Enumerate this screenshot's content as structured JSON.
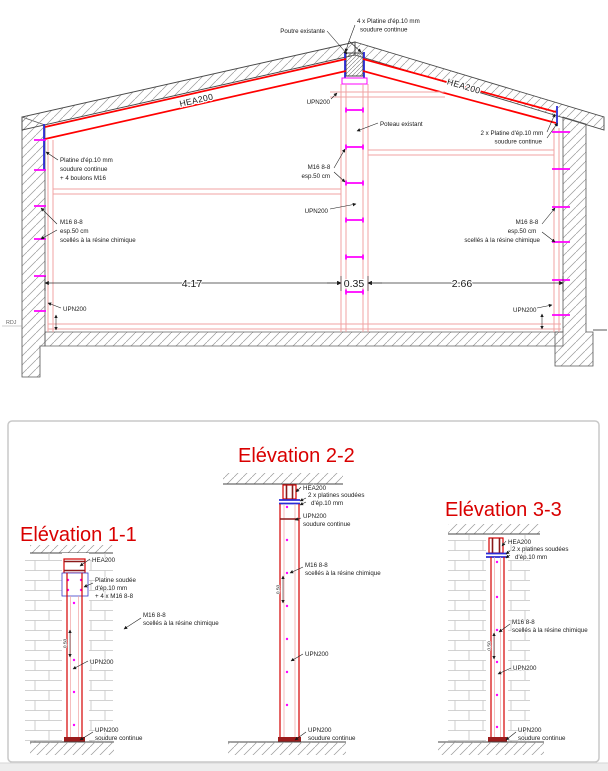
{
  "colors": {
    "beam_red": "#ff0000",
    "title_red": "#d90000",
    "upn_pink": "#f1a3a3",
    "anchor_magenta": "#ff00ff",
    "plate_blue": "#2b2bd6",
    "line_black": "#1a1a1a"
  },
  "section": {
    "labels": {
      "poutre_existante": "Poutre existante",
      "platine_ridge": [
        "4 x Platine d'ép.10 mm",
        "soudure continue"
      ],
      "hea_left": "HEA200",
      "hea_right": "HEA200",
      "upn_top": "UPN200",
      "poteau_existant": "Poteau existant",
      "platine_right": [
        "2 x Platine d'ép.10 mm",
        "soudure continue"
      ],
      "platine_left": [
        "Platine d'ép.10 mm",
        "soudure continue",
        "+ 4 boulons M16"
      ],
      "m16_left": [
        "M16 8-8",
        "esp.50 cm",
        "scellés à la résine chimique"
      ],
      "m16_center": [
        "M16 8-8",
        "esp.50 cm"
      ],
      "m16_right": [
        "M16 8-8",
        "esp.50 cm",
        "scellés à la résine chimique"
      ],
      "upn_mid": "UPN200",
      "upn_bottom_left": "UPN200",
      "upn_bottom_right": "UPN200",
      "level": "RDJ"
    },
    "dimensions": {
      "left_bay": "4.17",
      "column": "0.35",
      "right_bay": "2.66"
    }
  },
  "elevations": {
    "e1": {
      "title": "Elévation 1-1",
      "hea": "HEA200",
      "platine": [
        "Platine soudée",
        "d'ép.10 mm",
        "+ 4 x M16 8-8"
      ],
      "m16": [
        "M16 8-8",
        "scellés à la résine chimique"
      ],
      "upn": "UPN200",
      "upn_base": [
        "UPN200",
        "soudure continue"
      ],
      "dim": "0.50"
    },
    "e2": {
      "title": "Elévation 2-2",
      "hea": "HEA200",
      "platines": [
        "2 x platines soudées",
        "d'ép.10 mm"
      ],
      "upn_splice": [
        "UPN200",
        "soudure continue"
      ],
      "m16": [
        "M16 8-8",
        "scellés à la résine chimique"
      ],
      "upn": "UPN200",
      "upn_base": [
        "UPN200",
        "soudure continue"
      ],
      "dim": "0.50"
    },
    "e3": {
      "title": "Elévation 3-3",
      "hea": "HEA200",
      "platines": [
        "2 x platines soudées",
        "d'ép.10 mm"
      ],
      "m16": [
        "M16 8-8",
        "scellés à la résine chimique"
      ],
      "upn": "UPN200",
      "upn_base": [
        "UPN200",
        "soudure continue"
      ],
      "dim": "0.50"
    }
  }
}
